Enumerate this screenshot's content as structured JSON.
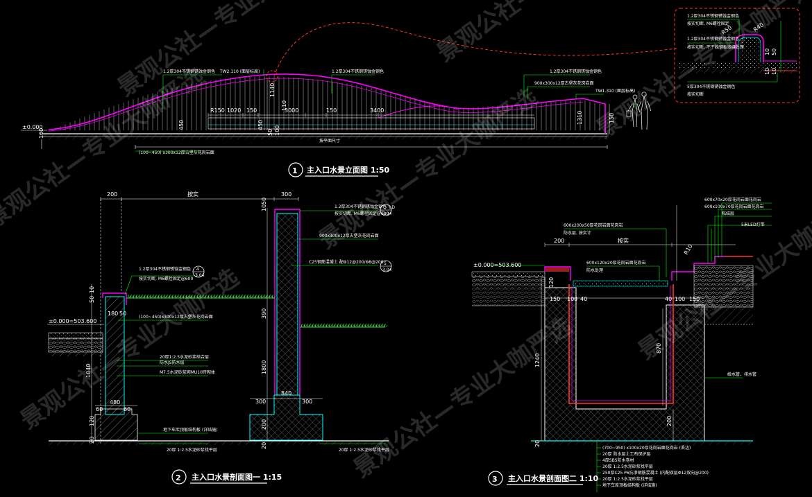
{
  "watermark": "景观公社—专业大咖严选",
  "views": {
    "elevation": {
      "number": "1",
      "title": "主入口水景立面图 1:50",
      "annotations": {
        "steel_left": "1.2厚304不锈钢锈蚀金钢色",
        "top_level": "TW2.110 (面层标高)",
        "steel_mid": "1.2厚304不锈钢锈蚀金钢色",
        "steel_right": "1.2厚304不锈钢锈蚀金钢色",
        "stone_right": "900x300x12厚古堡灰花岗岩面",
        "right_level": "TW1.310 (面层标高)",
        "ground_level": "±0.000",
        "bottom_note": "(100~450) x300x12厚古堡灰花岗岩面",
        "length_note": "按平面尺寸"
      },
      "dims": {
        "r": "R150",
        "d1": "1020",
        "d2": "150",
        "d3": "3000",
        "d4": "150",
        "d5": "3400",
        "h1": "1140",
        "h2": "450",
        "h3": "450",
        "h4": "1310",
        "h5": "150",
        "left_h": "160",
        "s50": "50",
        "s100": "100",
        "s110": "110"
      }
    },
    "section1": {
      "number": "2",
      "title": "主入口水景剖面图一 1:15",
      "labels": {
        "top_w_left": "200",
        "top_w_right": "300",
        "top_mid": "按实",
        "steel_a": "1.2厚304不锈钢锈蚀金钢色",
        "steel_a_note": "按实切断, M6螺栓固定@600",
        "stone_a": "900x300x12厚古堡灰花岗岩面",
        "concrete": "C25钢筋混凝土 配Φ12@200/Φ8@200",
        "steel_b": "1.2厚304不锈钢锈蚀金钢色",
        "steel_b_note": "按实切断, M6螺栓固定@600",
        "level": "±0.000=503.600",
        "stone_b": "(100~450)x300x12厚古堡灰花岗岩面",
        "mortar": "20厚1:2.5水泥砂浆结合层",
        "waterproof": "防水JS防水层",
        "masonry": "M7.5水泥砂浆砌MU10砖砌体",
        "soil": "地下车库顶板结构板 (详结施)",
        "bottom_mortar_a": "20厚 1:2.5水泥砂浆找平层",
        "bottom_mortar_b": "20厚 1:2.5水泥砂浆找平层",
        "callout_3": "3",
        "callout_3_ref": "3.04",
        "callout_4": "4",
        "callout_4_ref": "3.04",
        "callout_5": "5",
        "callout_5_ref": "3.04",
        "callout_ld": "LD"
      },
      "dims": {
        "d10": "10",
        "d50": "50",
        "d180": "180",
        "d50b": "50",
        "d1040": "1040",
        "d480": "480",
        "d60a": "60",
        "d60b": "60",
        "d120": "120",
        "d20": "20",
        "d300a": "300",
        "d300b": "300",
        "d840": "840",
        "d390": "390",
        "d1800": "1800",
        "d200": "200",
        "d20b": "20",
        "d10b": "10",
        "d50c": "50"
      }
    },
    "section2": {
      "number": "3",
      "title": "主入口水景剖面图二 1:10",
      "labels": {
        "stone_top": "600x70x20厚花岗岩面花岗岩",
        "stone_top2": "600x100x70厚花岗岩面花岗岩",
        "bond": "粘结层",
        "stone_a": "600x200x50厚花岗岩面花岗岩",
        "stone_a_note": "防水层, 按实计",
        "stone_b": "600x120x20厚花岗岩面花岗岩",
        "stone_b_note": "防水处理",
        "mesh": "按实",
        "level": "±0.000=503.600",
        "light": "5米LED灯带",
        "pipe": "给水管、排水管",
        "w200": "200",
        "w150a": "150",
        "w100a": "100",
        "w40a": "40",
        "w40b": "40",
        "w100b": "100",
        "w150b": "150",
        "h870": "870",
        "h1240": "1240",
        "h200": "200",
        "h20": "20",
        "h120": "120",
        "r10": "R10",
        "layers": [
          "(700~950) x100x20厚花岗岩面花岗岩 (丢边)",
          "20厚 防水层土工布保护层",
          "4厚SBS防水卷材",
          "20厚 1:2.5水泥砂浆找平层",
          "250厚C25 P6抗渗钢筋混凝土 (内配双层Φ12双向@200)",
          "20厚 1:2.5水泥砂浆找平层",
          "地下车库顶板结构板 (详结施)"
        ]
      }
    },
    "detail": {
      "steel_a": "1.2厚304不锈钢锈蚀金钢色",
      "steel_a_note": "按实切断, M6螺栓固定",
      "r50": "R50",
      "r40": "R40",
      "d10": "10",
      "d50": "50",
      "d10b": "10",
      "d10c": "10",
      "steel_b": "1.2厚304不锈钢锈蚀金钢色",
      "steel_b_note": "按实切断, 不干胶钢板嵌缝处理",
      "steel_c": "5厚304不锈钢锈蚀金钢色",
      "steel_c_note": "按实切断"
    }
  },
  "colors": {
    "background": "#000000",
    "structure": "#ff00ff",
    "leader": "#00ff00",
    "concrete": "#00ffff",
    "dimension": "#ffffff",
    "hatch": "#9a9a9a",
    "grass": "#3cd23c",
    "detail_border": "#ff3333",
    "accent": "#ffff00"
  }
}
